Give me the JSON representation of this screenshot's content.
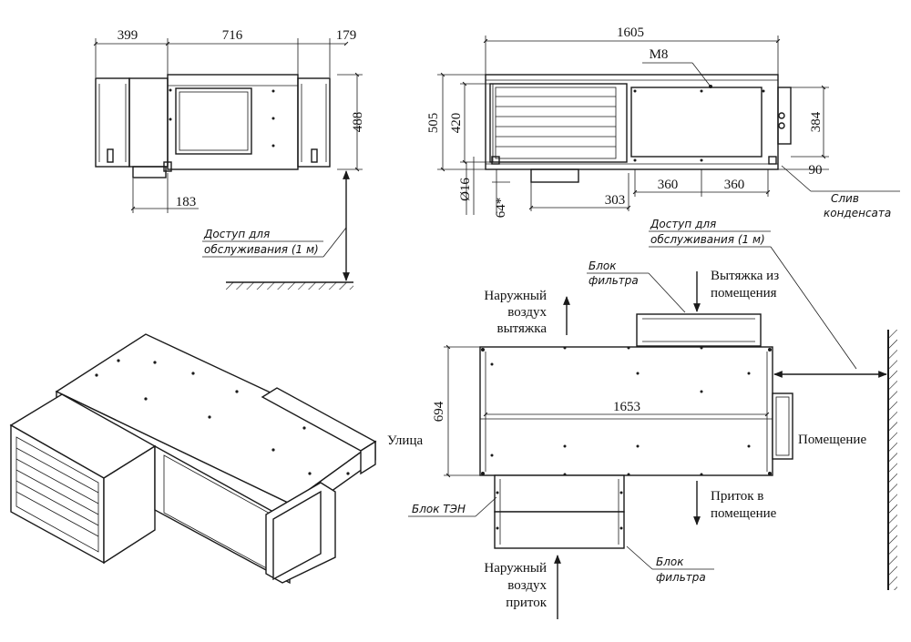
{
  "front_view": {
    "dim_top": [
      "399",
      "716",
      "179"
    ],
    "dim_height": "488",
    "dim_bottom": "183",
    "access_label_1": "Доступ для",
    "access_label_2": "обслуживания (1 м)"
  },
  "side_view": {
    "dim_length": "1605",
    "bolt_label": "M8",
    "dim_505": "505",
    "dim_420": "420",
    "dim_384": "384",
    "dim_90": "90",
    "dim_16": "Ø16",
    "dim_64": "64*",
    "dim_303": "303",
    "dim_360a": "360",
    "dim_360b": "360",
    "drain_1": "Слив",
    "drain_2": "конденсата"
  },
  "plan_view": {
    "access_label_1": "Доступ для",
    "access_label_2": "обслуживания (1 м)",
    "filter_top_1": "Блок",
    "filter_top_2": "фильтра",
    "exhaust_room_1": "Вытяжка из",
    "exhaust_room_2": "помещения",
    "outdoor_exhaust_1": "Наружный",
    "outdoor_exhaust_2": "воздух",
    "outdoor_exhaust_3": "вытяжка",
    "dim_694": "694",
    "dim_1653": "1653",
    "street": "Улица",
    "room": "Помещение",
    "heater_block": "Блок ТЭН",
    "supply_room_1": "Приток в",
    "supply_room_2": "помещение",
    "outdoor_supply_1": "Наружный",
    "outdoor_supply_2": "воздух",
    "outdoor_supply_3": "приток",
    "filter_bottom_1": "Блок",
    "filter_bottom_2": "фильтра"
  }
}
